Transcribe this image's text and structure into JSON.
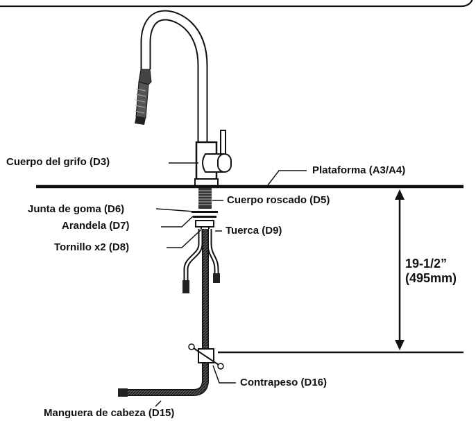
{
  "labels": {
    "faucet_body": "Cuerpo del grifo (D3)",
    "deck": "Plataforma (A3/A4)",
    "threaded_body": "Cuerpo roscado (D5)",
    "rubber_gasket": "Junta de goma (D6)",
    "washer": "Arandela  (D7)",
    "nut": "Tuerca (D9)",
    "screws": "Tornillo x2 (D8)",
    "counterweight": "Contrapeso (D16)",
    "hose": "Manguera de cabeza  (D15)"
  },
  "dimension": {
    "imperial": "19-1/2”",
    "metric": "(495mm)"
  }
}
